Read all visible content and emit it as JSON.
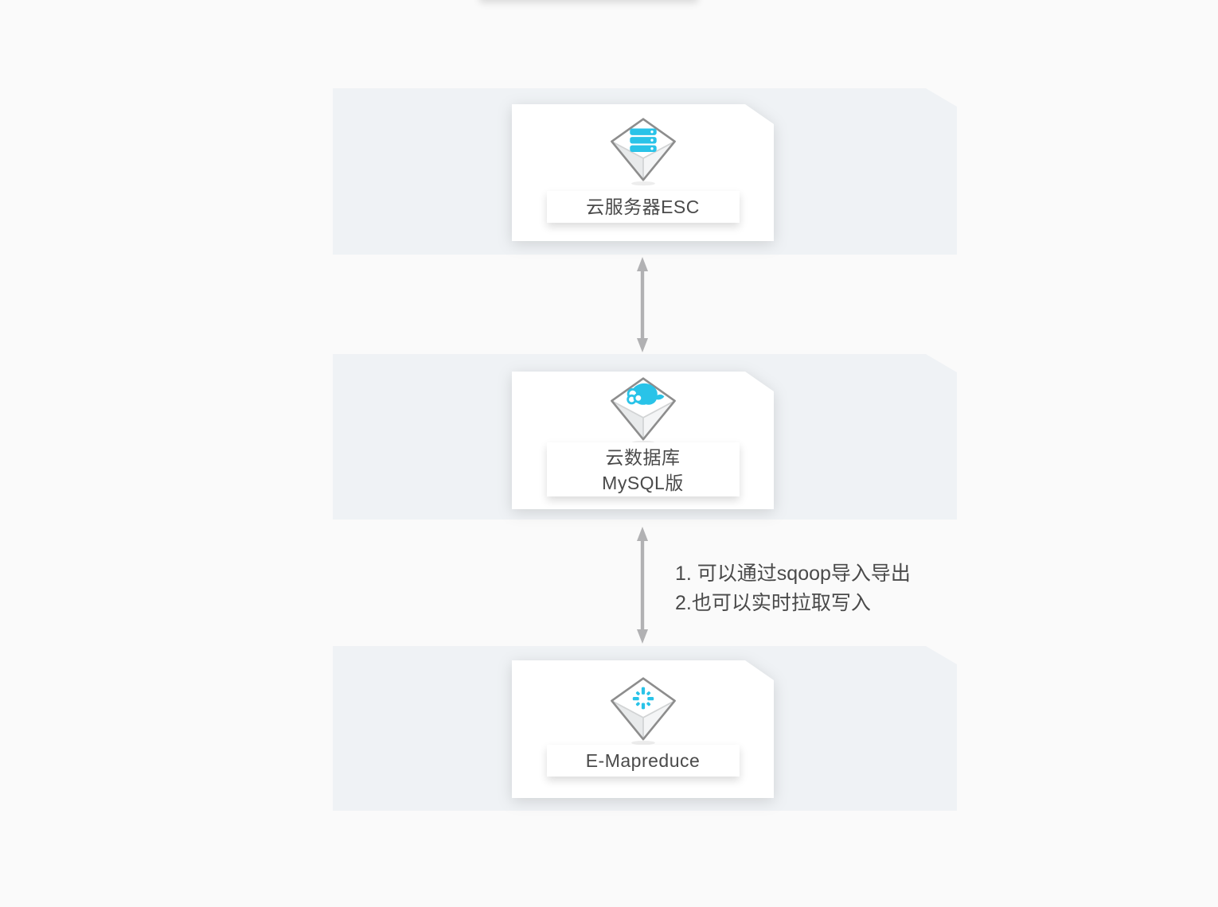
{
  "colors": {
    "page_background": "#fafafa",
    "band_background": "#eff2f5",
    "card_background": "#ffffff",
    "accent_cyan": "#29c3e8",
    "cube_outline": "#8d8d8d",
    "arrow_gray": "#b1b1b3",
    "text": "#4a4a4a"
  },
  "nodes": [
    {
      "id": "ecs",
      "label": "云服务器ESC",
      "icon": "server-cube-icon"
    },
    {
      "id": "rds-mysql",
      "label_line1": "云数据库",
      "label_line2": "MySQL版",
      "icon": "mysql-dolphin-cube-icon"
    },
    {
      "id": "emapreduce",
      "label": "E-Mapreduce",
      "icon": "emapreduce-spinner-cube-icon"
    }
  ],
  "connections": [
    {
      "from": "ecs",
      "to": "rds-mysql",
      "style": "double-headed-vertical-arrow",
      "annotation": []
    },
    {
      "from": "rds-mysql",
      "to": "emapreduce",
      "style": "double-headed-vertical-arrow",
      "annotation": [
        "1. 可以通过sqoop导入导出",
        "2.也可以实时拉取写入"
      ]
    }
  ]
}
